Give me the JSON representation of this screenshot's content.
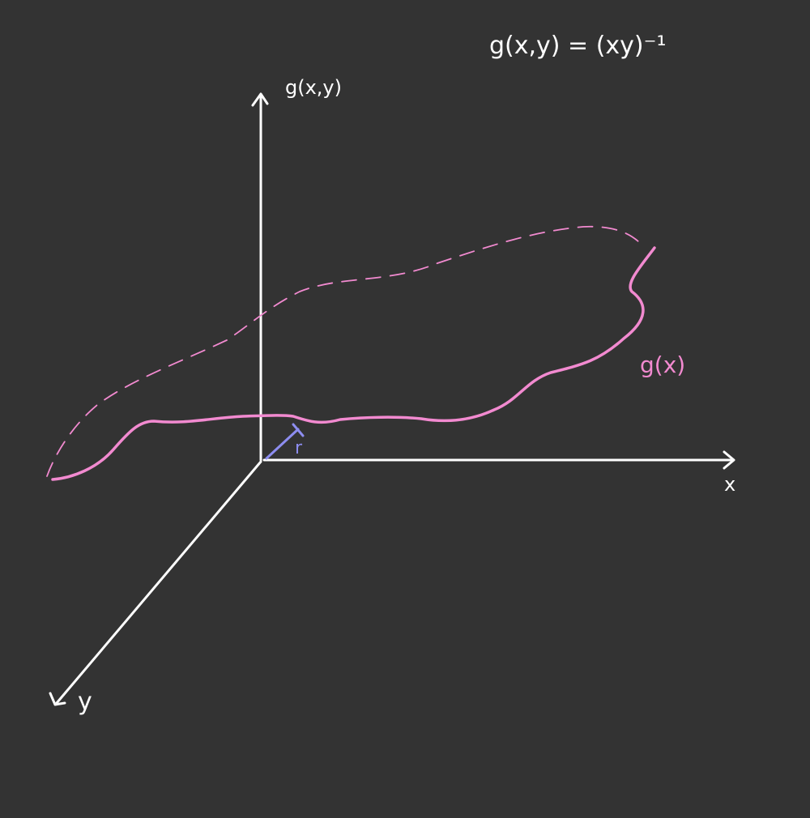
{
  "formula": "g(x,y) = (xy)⁻¹",
  "axes": {
    "vertical_label": "g(x,y)",
    "x_label": "x",
    "y_label": "y"
  },
  "curve_label": "g(x)",
  "marker_label": "r",
  "colors": {
    "background": "#333333",
    "axes": "#ffffff",
    "curve": "#f28ad0",
    "marker": "#8d8df0"
  }
}
